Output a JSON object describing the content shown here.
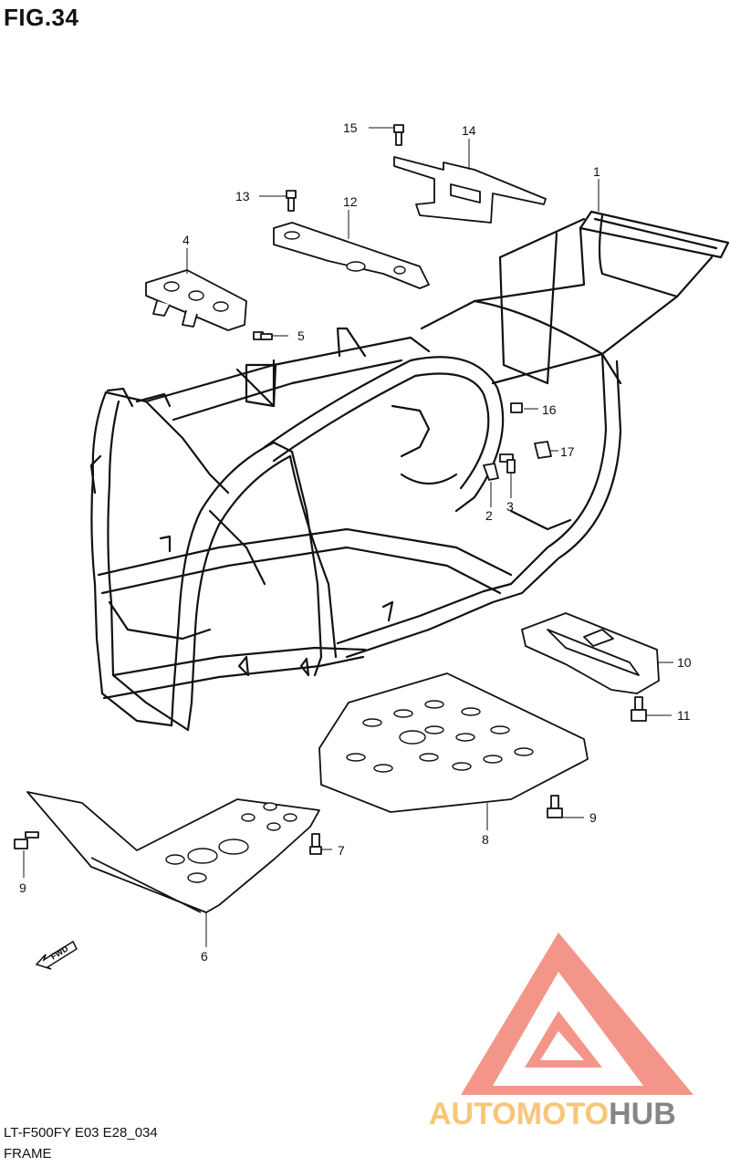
{
  "figure": {
    "title": "FIG.34"
  },
  "callouts": [
    {
      "num": "1"
    },
    {
      "num": "2"
    },
    {
      "num": "3"
    },
    {
      "num": "4"
    },
    {
      "num": "5"
    },
    {
      "num": "6"
    },
    {
      "num": "7"
    },
    {
      "num": "8"
    },
    {
      "num": "9"
    },
    {
      "num": "9"
    },
    {
      "num": "10"
    },
    {
      "num": "11"
    },
    {
      "num": "12"
    },
    {
      "num": "13"
    },
    {
      "num": "14"
    },
    {
      "num": "15"
    },
    {
      "num": "16"
    },
    {
      "num": "17"
    }
  ],
  "direction_marker": {
    "label": "FWD"
  },
  "watermark": {
    "brand_text": "AUTOMOTOHUB",
    "colors": {
      "triangle": "#f28b7d",
      "auto": "#f6c06b",
      "moto": "#f6c06b",
      "hub": "#7a7a7a"
    }
  },
  "footer": {
    "code": "LT-F500FY E03 E28_034",
    "name": "FRAME"
  }
}
